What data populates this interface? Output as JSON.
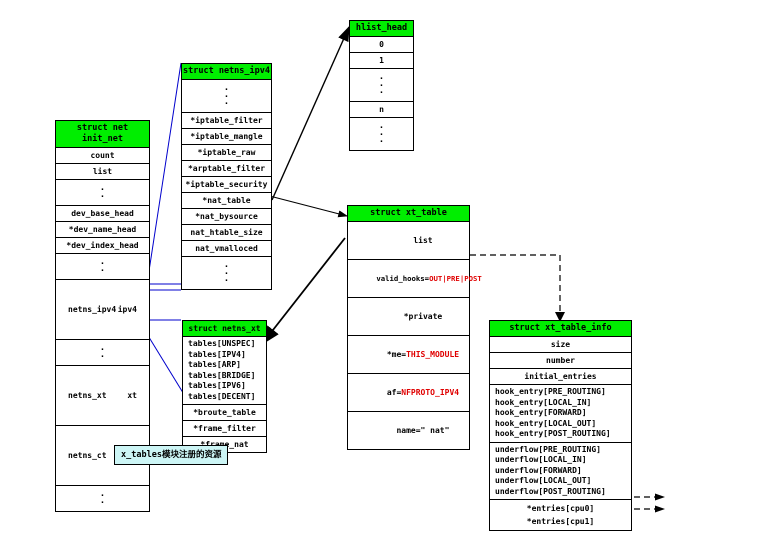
{
  "diagram": {
    "title_note": "x_tables模块注册的资源",
    "colors": {
      "header_green": "#00ee00",
      "note_cyan": "#ccf5f5",
      "accent_red": "#e00000",
      "link_blue": "#0000cc",
      "link_black": "#000000"
    }
  },
  "struct_net": {
    "header": "struct net\ninit_net",
    "rows": [
      {
        "text": "count"
      },
      {
        "text": "list"
      },
      {
        "text": "dots"
      },
      {
        "text": "dev_base_head"
      },
      {
        "text": "*dev_name_head"
      },
      {
        "text": "*dev_index_head"
      },
      {
        "text": "dots"
      },
      {
        "left": "netns_ipv4",
        "right": "ipv4"
      },
      {
        "text": "dots"
      },
      {
        "left": "netns_xt",
        "right": "xt"
      },
      {
        "left": "netns_ct",
        "right": "ct"
      },
      {
        "text": "dots"
      }
    ]
  },
  "netns_ipv4": {
    "header": "struct netns_ipv4",
    "rows": [
      "*iptable_filter",
      "*iptable_mangle",
      "*iptable_raw",
      "*arptable_filter",
      "*iptable_security",
      "*nat_table",
      "*nat_bysource",
      "nat_htable_size",
      "nat_vmalloced"
    ]
  },
  "hlist_head": {
    "header": "hlist_head",
    "rows": [
      "0",
      "1",
      "dots",
      "n",
      "dots"
    ]
  },
  "xt_table": {
    "header": "struct xt_table",
    "rows": [
      {
        "parts": [
          {
            "t": "list",
            "c": "black"
          }
        ]
      },
      {
        "parts": [
          {
            "t": "valid_hooks=",
            "c": "black"
          },
          {
            "t": "OUT|PRE|POST",
            "c": "red"
          }
        ]
      },
      {
        "parts": [
          {
            "t": "*private",
            "c": "black"
          }
        ]
      },
      {
        "parts": [
          {
            "t": "*me=",
            "c": "black"
          },
          {
            "t": "THIS_MODULE",
            "c": "red"
          }
        ]
      },
      {
        "parts": [
          {
            "t": "af=",
            "c": "black"
          },
          {
            "t": "NFPROTO_IPV4",
            "c": "red"
          }
        ]
      },
      {
        "parts": [
          {
            "t": "name=\" nat\"",
            "c": "black"
          }
        ]
      }
    ]
  },
  "netns_xt": {
    "header": "struct netns_xt",
    "tables": [
      "tables[UNSPEC]",
      "tables[IPV4]",
      "tables[ARP]",
      "tables[BRIDGE]",
      "tables[IPV6]",
      "tables[DECENT]"
    ],
    "rows": [
      "*broute_table",
      "*frame_filter",
      "*frame_nat"
    ]
  },
  "xt_table_info": {
    "header": "struct xt_table_info",
    "rows": [
      "size",
      "number",
      "initial_entries"
    ],
    "hook_entries": [
      "hook_entry[PRE_ROUTING]",
      "hook_entry[LOCAL_IN]",
      "hook_entry[FORWARD]",
      "hook_entry[LOCAL_OUT]",
      "hook_entry[POST_ROUTING]"
    ],
    "underflows": [
      "underflow[PRE_ROUTING]",
      "underflow[LOCAL_IN]",
      "underflow[FORWARD]",
      "underflow[LOCAL_OUT]",
      "underflow[POST_ROUTING]"
    ],
    "entries": [
      "*entries[cpu0]",
      "*entries[cpu1]"
    ]
  }
}
